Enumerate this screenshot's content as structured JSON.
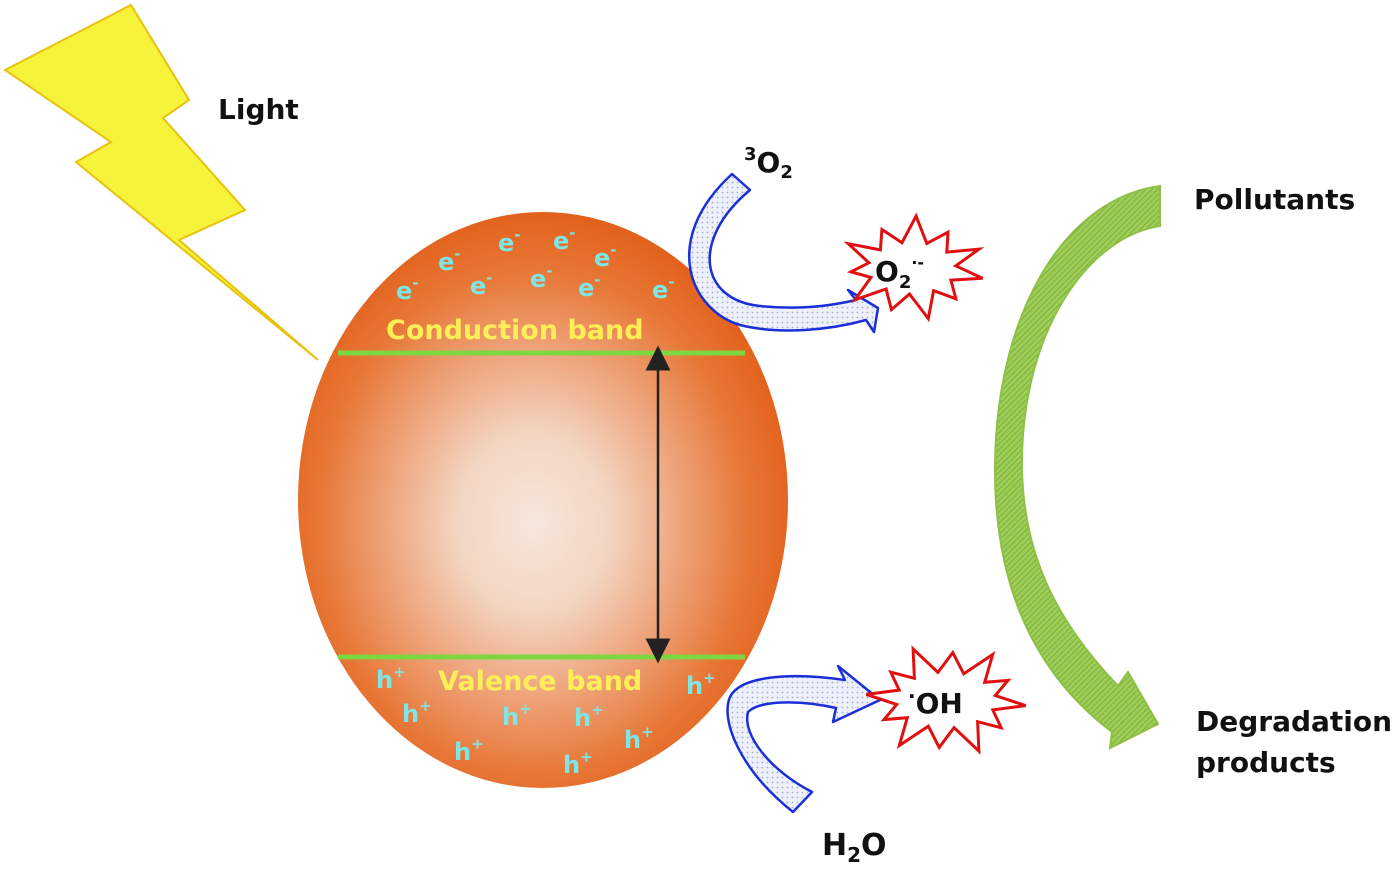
{
  "labels": {
    "light": "Light",
    "oxygen": {
      "sup": "3",
      "base": "O",
      "sub": "2"
    },
    "superoxide": {
      "base": "O",
      "sub": "2",
      "sup": "·-"
    },
    "hydroxyl": {
      "dot": "·",
      "base": "OH"
    },
    "water": {
      "base": "H",
      "sub": "2",
      "tail": "O"
    },
    "pollutants": "Pollutants",
    "degradation": [
      "Degradation",
      "products"
    ]
  },
  "particle": {
    "conduction_band": "Conduction band",
    "valence_band": "Valence band",
    "electron": {
      "base": "e",
      "sup": "-"
    },
    "hole": {
      "base": "h",
      "sup": "+"
    }
  },
  "colors": {
    "lightning": "#f7f23a",
    "particle_edge": "#e2601a",
    "particle_center": "#f6e6dc",
    "band_line": "#7ed640",
    "carrier_text": "#7fe6e6",
    "band_text": "#ffee55",
    "arrow_outline": "#1b2fd6",
    "burst_outline": "#e01010",
    "cycle_arrow": "#9ccf55"
  },
  "icons": {
    "lightning": "lightning-bolt-icon",
    "burst": "starburst-icon"
  }
}
